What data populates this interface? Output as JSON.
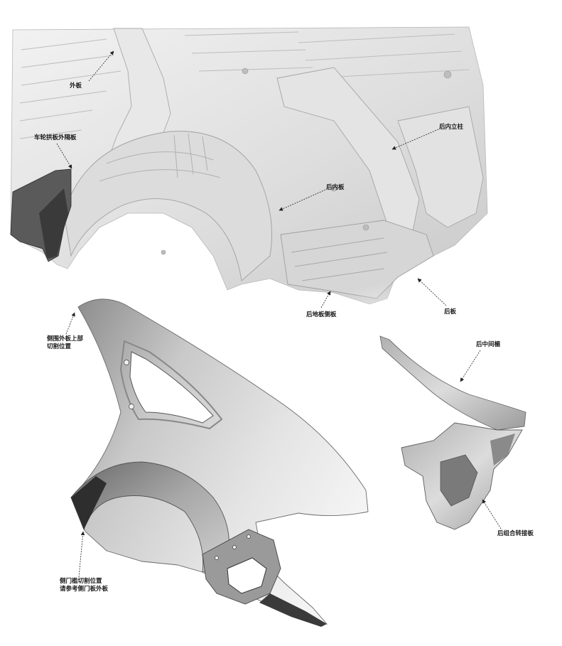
{
  "labels": {
    "outer_panel": "外板",
    "wheelhouse_outer_divider": "车轮拱板外隔板",
    "rear_inner_pillar": "后内立柱",
    "rear_inner_panel": "后内板",
    "rear_floor_side_panel": "后地板侧板",
    "rear_panel": "后板",
    "side_outer_upper_cut_line1": "侧围外板上部",
    "side_outer_upper_cut_line2": "切割位置",
    "rear_center_beam": "后中间楣",
    "rear_combination_bracket": "后组合转接板",
    "side_sill_cut_line1": "侧门槛切割位置",
    "side_sill_cut_line2": "请参考侧门板外板"
  },
  "colors": {
    "body_light": "#e6e6e6",
    "body_mid": "#cfcfcf",
    "body_dark": "#9a9a9a",
    "part_light": "#d9d9d9",
    "part_mid": "#b5b5b5",
    "part_dark": "#6e6e6e",
    "part_black": "#2a2a2a",
    "leader": "#222222",
    "text": "#1a1a1a"
  }
}
